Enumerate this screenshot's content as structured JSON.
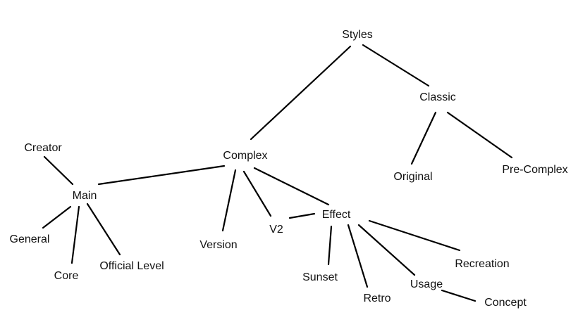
{
  "diagram": {
    "type": "tree",
    "colors": {
      "background": "#ffffff",
      "line": "#000000",
      "text": "#111111"
    },
    "nodes": {
      "styles": "Styles",
      "classic": "Classic",
      "original": "Original",
      "pre_complex": "Pre-Complex",
      "complex": "Complex",
      "creator": "Creator",
      "main": "Main",
      "general": "General",
      "core": "Core",
      "official_level": "Official Level",
      "version": "Version",
      "v2": "V2",
      "effect": "Effect",
      "sunset": "Sunset",
      "retro": "Retro",
      "usage": "Usage",
      "recreation": "Recreation",
      "concept": "Concept"
    },
    "edges": [
      [
        "styles",
        "classic"
      ],
      [
        "styles",
        "complex"
      ],
      [
        "classic",
        "original"
      ],
      [
        "classic",
        "pre_complex"
      ],
      [
        "complex",
        "main"
      ],
      [
        "complex",
        "version"
      ],
      [
        "complex",
        "v2"
      ],
      [
        "complex",
        "effect"
      ],
      [
        "main",
        "creator"
      ],
      [
        "main",
        "general"
      ],
      [
        "main",
        "core"
      ],
      [
        "main",
        "official_level"
      ],
      [
        "v2",
        "effect"
      ],
      [
        "effect",
        "sunset"
      ],
      [
        "effect",
        "retro"
      ],
      [
        "effect",
        "usage"
      ],
      [
        "effect",
        "recreation"
      ],
      [
        "usage",
        "concept"
      ]
    ]
  }
}
